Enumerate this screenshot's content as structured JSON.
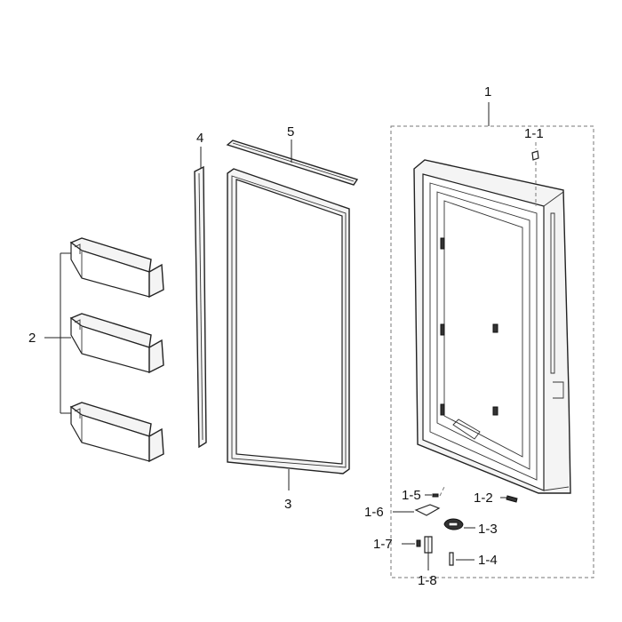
{
  "labels": {
    "p1": "1",
    "p1_1": "1-1",
    "p1_2": "1-2",
    "p1_3": "1-3",
    "p1_4": "1-4",
    "p1_5": "1-5",
    "p1_6": "1-6",
    "p1_7": "1-7",
    "p1_8": "1-8",
    "p2": "2",
    "p3": "3",
    "p4": "4",
    "p5": "5"
  }
}
